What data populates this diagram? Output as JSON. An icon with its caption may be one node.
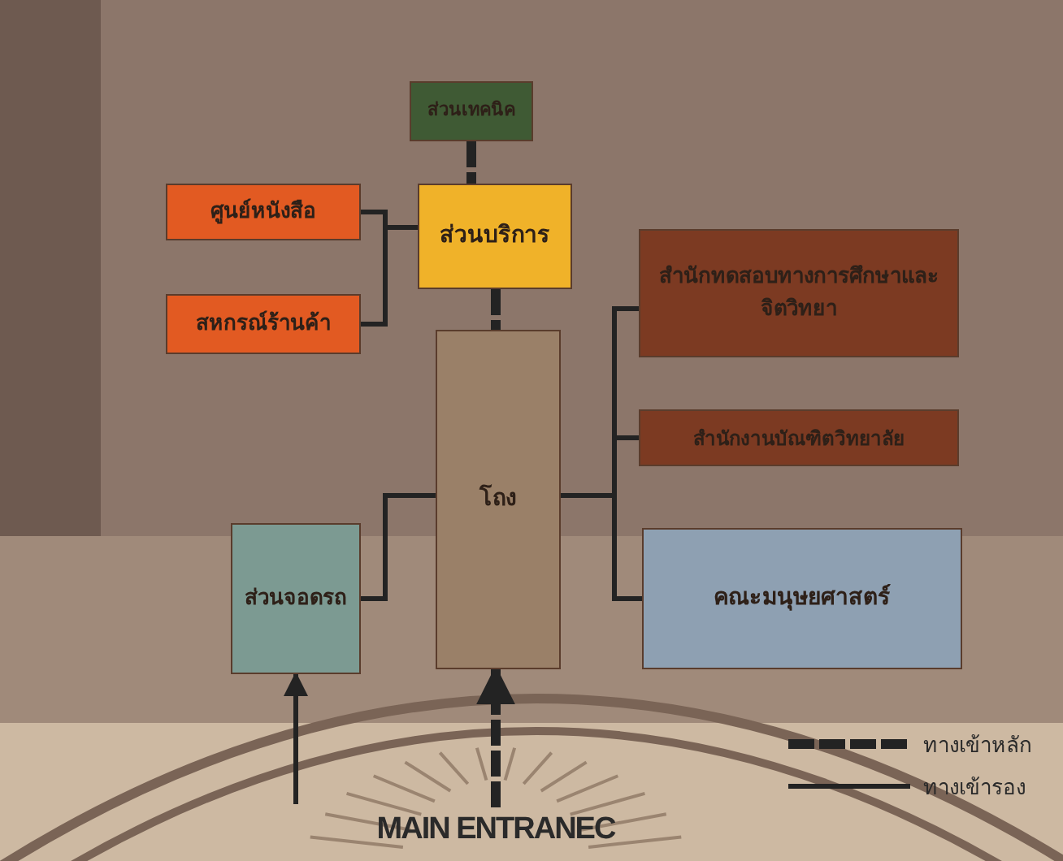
{
  "diagram": {
    "nodes": [
      {
        "text": [
          "ส่วนเทคนิค"
        ]
      },
      {
        "text": [
          "ศูนย์หนังสือ"
        ]
      },
      {
        "text": [
          "ส่วนบริการ"
        ]
      },
      {
        "text": [
          "สหกรณ์ร้านค้า"
        ]
      },
      {
        "text": [
          "สำนักทดสอบทางการศึกษาและจิตวิทยา"
        ]
      },
      {
        "text": [
          "โถง"
        ]
      },
      {
        "text": [
          "สำนักงานบัณฑิตวิทยาลัย"
        ]
      },
      {
        "text": [
          "ส่วนจอดรถ"
        ]
      },
      {
        "text": [
          "คณะมนุษยศาสตร์"
        ]
      },
      {
        "text": [
          "MAIN ENTRANEC"
        ]
      }
    ],
    "edges": [
      {
        "from": 0,
        "to": 2,
        "arrow": "none",
        "style": "dashed"
      },
      {
        "from": 2,
        "to": 5,
        "arrow": "none",
        "style": "dashed"
      },
      {
        "from": 9,
        "to": 5,
        "arrow": "to",
        "style": "dashed"
      },
      {
        "from": null,
        "to": 7,
        "arrow": "to"
      },
      {
        "from": 1,
        "to": 2,
        "arrow": "none"
      },
      {
        "from": 3,
        "to": 2,
        "arrow": "none"
      },
      {
        "from": 7,
        "to": 5,
        "arrow": "none"
      },
      {
        "from": 5,
        "to": 4,
        "arrow": "none"
      },
      {
        "from": 5,
        "to": 6,
        "arrow": "none"
      },
      {
        "from": 5,
        "to": 8,
        "arrow": "none"
      }
    ],
    "legend": [
      {
        "text": "ทางเข้าหลัก"
      },
      {
        "text": "ทางเข้ารอง"
      }
    ]
  }
}
